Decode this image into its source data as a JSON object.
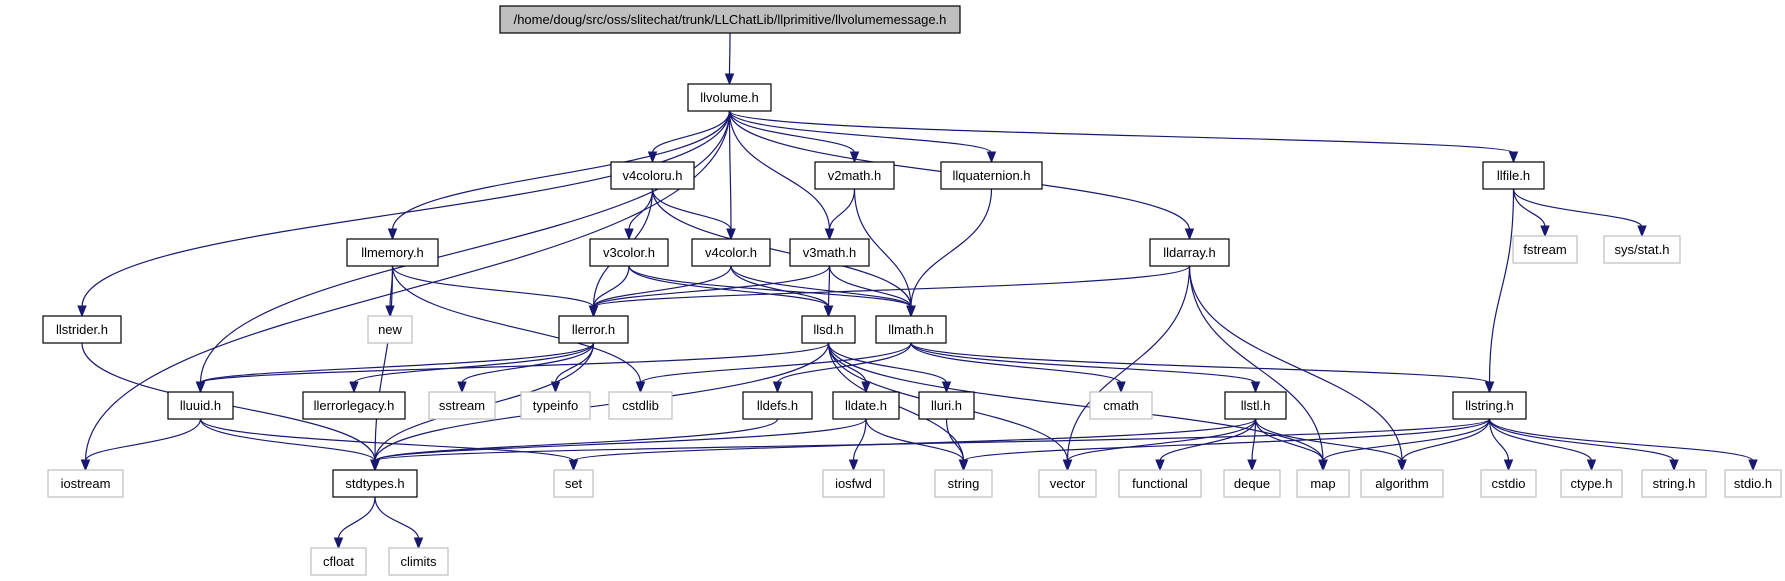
{
  "diagram": {
    "type": "include-dependency-graph",
    "edge_color": "#191970",
    "root_fill": "#bfbfbf",
    "system_border": "#bfbfbf",
    "nodes": [
      {
        "id": "root",
        "label": "/home/doug/src/oss/slitechat/trunk/LLChatLib/llprimitive/llvolumemessage.h",
        "kind": "root"
      },
      {
        "id": "llvolume",
        "label": "llvolume.h",
        "kind": "header"
      },
      {
        "id": "v4coloru",
        "label": "v4coloru.h",
        "kind": "header"
      },
      {
        "id": "v2math",
        "label": "v2math.h",
        "kind": "header"
      },
      {
        "id": "llquaternion",
        "label": "llquaternion.h",
        "kind": "header"
      },
      {
        "id": "llfile",
        "label": "llfile.h",
        "kind": "header"
      },
      {
        "id": "llmemory",
        "label": "llmemory.h",
        "kind": "header"
      },
      {
        "id": "v3color",
        "label": "v3color.h",
        "kind": "header"
      },
      {
        "id": "v4color",
        "label": "v4color.h",
        "kind": "header"
      },
      {
        "id": "v3math",
        "label": "v3math.h",
        "kind": "header"
      },
      {
        "id": "lldarray",
        "label": "lldarray.h",
        "kind": "header"
      },
      {
        "id": "fstream",
        "label": "fstream",
        "kind": "system"
      },
      {
        "id": "sysstat",
        "label": "sys/stat.h",
        "kind": "system"
      },
      {
        "id": "llstrider",
        "label": "llstrider.h",
        "kind": "header"
      },
      {
        "id": "new",
        "label": "new",
        "kind": "system"
      },
      {
        "id": "llerror",
        "label": "llerror.h",
        "kind": "header"
      },
      {
        "id": "llsd",
        "label": "llsd.h",
        "kind": "header"
      },
      {
        "id": "llmath",
        "label": "llmath.h",
        "kind": "header"
      },
      {
        "id": "lluuid",
        "label": "lluuid.h",
        "kind": "header"
      },
      {
        "id": "llerrorlegacy",
        "label": "llerrorlegacy.h",
        "kind": "header"
      },
      {
        "id": "sstream",
        "label": "sstream",
        "kind": "system"
      },
      {
        "id": "typeinfo",
        "label": "typeinfo",
        "kind": "system"
      },
      {
        "id": "cstdlib",
        "label": "cstdlib",
        "kind": "system"
      },
      {
        "id": "lldefs",
        "label": "lldefs.h",
        "kind": "header"
      },
      {
        "id": "lldate",
        "label": "lldate.h",
        "kind": "header"
      },
      {
        "id": "lluri",
        "label": "lluri.h",
        "kind": "header"
      },
      {
        "id": "cmath",
        "label": "cmath",
        "kind": "system"
      },
      {
        "id": "llstl",
        "label": "llstl.h",
        "kind": "header"
      },
      {
        "id": "llstring",
        "label": "llstring.h",
        "kind": "header"
      },
      {
        "id": "iostream",
        "label": "iostream",
        "kind": "system"
      },
      {
        "id": "stdtypes",
        "label": "stdtypes.h",
        "kind": "header"
      },
      {
        "id": "set",
        "label": "set",
        "kind": "system"
      },
      {
        "id": "iosfwd",
        "label": "iosfwd",
        "kind": "system"
      },
      {
        "id": "string",
        "label": "string",
        "kind": "system"
      },
      {
        "id": "vector",
        "label": "vector",
        "kind": "system"
      },
      {
        "id": "functional",
        "label": "functional",
        "kind": "system"
      },
      {
        "id": "deque",
        "label": "deque",
        "kind": "system"
      },
      {
        "id": "map",
        "label": "map",
        "kind": "system"
      },
      {
        "id": "algorithm",
        "label": "algorithm",
        "kind": "system"
      },
      {
        "id": "cstdio",
        "label": "cstdio",
        "kind": "system"
      },
      {
        "id": "ctype",
        "label": "ctype.h",
        "kind": "system"
      },
      {
        "id": "stringh",
        "label": "string.h",
        "kind": "system"
      },
      {
        "id": "stdio",
        "label": "stdio.h",
        "kind": "system"
      },
      {
        "id": "cfloat",
        "label": "cfloat",
        "kind": "system"
      },
      {
        "id": "climits",
        "label": "climits",
        "kind": "system"
      }
    ],
    "edges": [
      [
        "root",
        "llvolume"
      ],
      [
        "llvolume",
        "v4coloru"
      ],
      [
        "llvolume",
        "v2math"
      ],
      [
        "llvolume",
        "llquaternion"
      ],
      [
        "llvolume",
        "llfile"
      ],
      [
        "llvolume",
        "llmemory"
      ],
      [
        "llvolume",
        "v4color"
      ],
      [
        "llvolume",
        "v3math"
      ],
      [
        "llvolume",
        "lldarray"
      ],
      [
        "llvolume",
        "llstrider"
      ],
      [
        "llvolume",
        "lluuid"
      ],
      [
        "llvolume",
        "iostream"
      ],
      [
        "v4coloru",
        "v3color"
      ],
      [
        "v4coloru",
        "v4color"
      ],
      [
        "v4coloru",
        "llerror"
      ],
      [
        "v4coloru",
        "llmath"
      ],
      [
        "v2math",
        "v3math"
      ],
      [
        "v2math",
        "llmath"
      ],
      [
        "llquaternion",
        "llmath"
      ],
      [
        "llfile",
        "fstream"
      ],
      [
        "llfile",
        "sysstat"
      ],
      [
        "llfile",
        "llstring"
      ],
      [
        "llmemory",
        "new"
      ],
      [
        "llmemory",
        "llerror"
      ],
      [
        "llmemory",
        "cstdlib"
      ],
      [
        "llmemory",
        "stdtypes"
      ],
      [
        "v3color",
        "llerror"
      ],
      [
        "v3color",
        "llsd"
      ],
      [
        "v3color",
        "llmath"
      ],
      [
        "v4color",
        "llerror"
      ],
      [
        "v4color",
        "llsd"
      ],
      [
        "v4color",
        "llmath"
      ],
      [
        "v3math",
        "llerror"
      ],
      [
        "v3math",
        "llsd"
      ],
      [
        "v3math",
        "llmath"
      ],
      [
        "lldarray",
        "llerror"
      ],
      [
        "lldarray",
        "vector"
      ],
      [
        "lldarray",
        "map"
      ],
      [
        "lldarray",
        "algorithm"
      ],
      [
        "llstrider",
        "stdtypes"
      ],
      [
        "llerror",
        "lluuid"
      ],
      [
        "llerror",
        "llerrorlegacy"
      ],
      [
        "llerror",
        "sstream"
      ],
      [
        "llerror",
        "typeinfo"
      ],
      [
        "llerror",
        "stdtypes"
      ],
      [
        "llsd",
        "lluuid"
      ],
      [
        "llsd",
        "lldate"
      ],
      [
        "llsd",
        "lluri"
      ],
      [
        "llsd",
        "string"
      ],
      [
        "llsd",
        "vector"
      ],
      [
        "llsd",
        "map"
      ],
      [
        "llsd",
        "stdtypes"
      ],
      [
        "llmath",
        "cstdlib"
      ],
      [
        "llmath",
        "lldefs"
      ],
      [
        "llmath",
        "cmath"
      ],
      [
        "llmath",
        "llstl"
      ],
      [
        "llmath",
        "llstring"
      ],
      [
        "lluuid",
        "iostream"
      ],
      [
        "lluuid",
        "stdtypes"
      ],
      [
        "lluuid",
        "set"
      ],
      [
        "lldefs",
        "stdtypes"
      ],
      [
        "lldate",
        "stdtypes"
      ],
      [
        "lldate",
        "iosfwd"
      ],
      [
        "lldate",
        "string"
      ],
      [
        "lluri",
        "string"
      ],
      [
        "llstl",
        "map"
      ],
      [
        "llstl",
        "vector"
      ],
      [
        "llstl",
        "set"
      ],
      [
        "llstl",
        "deque"
      ],
      [
        "llstl",
        "functional"
      ],
      [
        "llstl",
        "algorithm"
      ],
      [
        "llstring",
        "stdtypes"
      ],
      [
        "llstring",
        "string"
      ],
      [
        "llstring",
        "map"
      ],
      [
        "llstring",
        "algorithm"
      ],
      [
        "llstring",
        "cstdio"
      ],
      [
        "llstring",
        "ctype"
      ],
      [
        "llstring",
        "stringh"
      ],
      [
        "llstring",
        "stdio"
      ],
      [
        "stdtypes",
        "cfloat"
      ],
      [
        "stdtypes",
        "climits"
      ]
    ]
  }
}
